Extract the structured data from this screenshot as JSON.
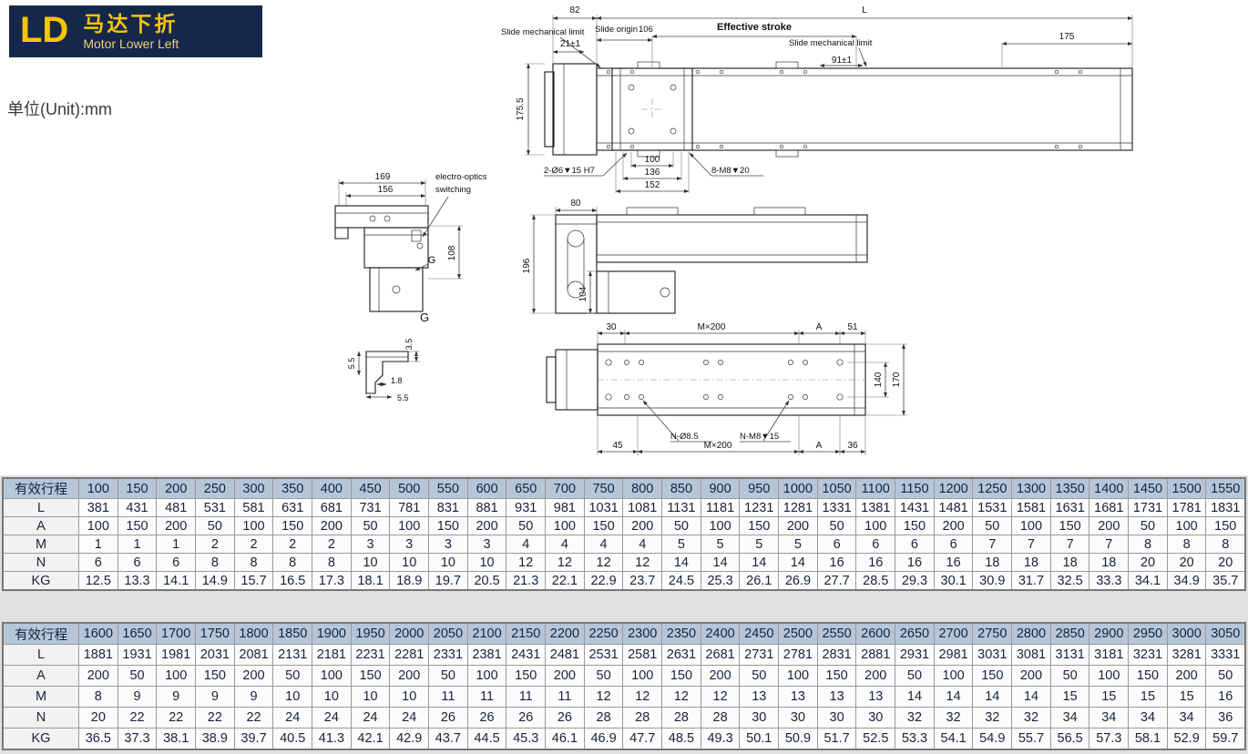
{
  "header": {
    "logo_code": "LD",
    "logo_cn": "马达下折",
    "logo_en": "Motor Lower Left",
    "unit_label": "单位(Unit):mm"
  },
  "drawing": {
    "top_view": {
      "dim_82": "82",
      "dim_l": "L",
      "slide_mech_limit_left": "Slide mechanical limit",
      "slide_origin": "Slide origin",
      "dim_106": "106",
      "effective_stroke": "Effective stroke",
      "slide_mech_limit_right": "Slide mechanical limit",
      "dim_175": "175",
      "dim_21": "21±1",
      "dim_91": "91±1",
      "dim_175_5": "175.5",
      "holes_left": "2-Ø6▼15 H7",
      "dim_100": "100",
      "dim_136": "136",
      "dim_152": "152",
      "holes_right": "8-M8▼20"
    },
    "motor_view": {
      "dim_169": "169",
      "dim_156": "156",
      "eo_line1": "electro-optics",
      "eo_line2": "switching",
      "dim_108": "108",
      "g_pointer": "G",
      "view_label": "G"
    },
    "detail_g": {
      "dim_3_5": "3.5",
      "dim_left": "5.5",
      "dim_1_8": "1.8",
      "dim_5_5": "5.5"
    },
    "side_view": {
      "dim_80": "80",
      "dim_196": "196",
      "dim_104": "104"
    },
    "bottom_view": {
      "dim_30": "30",
      "mx200_top": "M×200",
      "a_top": "A",
      "dim_51": "51",
      "dim_140": "140",
      "dim_170": "170",
      "n_holes": "N-Ø8.5",
      "n_m8": "N-M8▼15",
      "dim_45": "45",
      "mx200_bottom": "M×200",
      "a_bottom": "A",
      "dim_36": "36"
    }
  },
  "tables": [
    {
      "rows": [
        {
          "label": "有效行程",
          "values": [
            100,
            150,
            200,
            250,
            300,
            350,
            400,
            450,
            500,
            550,
            600,
            650,
            700,
            750,
            800,
            850,
            900,
            950,
            1000,
            1050,
            1100,
            1150,
            1200,
            1250,
            1300,
            1350,
            1400,
            1450,
            1500,
            1550
          ]
        },
        {
          "label": "L",
          "values": [
            381,
            431,
            481,
            531,
            581,
            631,
            681,
            731,
            781,
            831,
            881,
            931,
            981,
            1031,
            1081,
            1131,
            1181,
            1231,
            1281,
            1331,
            1381,
            1431,
            1481,
            1531,
            1581,
            1631,
            1681,
            1731,
            1781,
            1831
          ]
        },
        {
          "label": "A",
          "values": [
            100,
            150,
            200,
            50,
            100,
            150,
            200,
            50,
            100,
            150,
            200,
            50,
            100,
            150,
            200,
            50,
            100,
            150,
            200,
            50,
            100,
            150,
            200,
            50,
            100,
            150,
            200,
            50,
            100,
            150
          ]
        },
        {
          "label": "M",
          "values": [
            1,
            1,
            1,
            2,
            2,
            2,
            2,
            3,
            3,
            3,
            3,
            4,
            4,
            4,
            4,
            5,
            5,
            5,
            5,
            6,
            6,
            6,
            6,
            7,
            7,
            7,
            7,
            8,
            8,
            8
          ]
        },
        {
          "label": "N",
          "values": [
            6,
            6,
            6,
            8,
            8,
            8,
            8,
            10,
            10,
            10,
            10,
            12,
            12,
            12,
            12,
            14,
            14,
            14,
            14,
            16,
            16,
            16,
            16,
            18,
            18,
            18,
            18,
            20,
            20,
            20
          ]
        },
        {
          "label": "KG",
          "values": [
            12.5,
            13.3,
            14.1,
            14.9,
            15.7,
            16.5,
            17.3,
            18.1,
            18.9,
            19.7,
            20.5,
            21.3,
            22.1,
            22.9,
            23.7,
            24.5,
            25.3,
            26.1,
            26.9,
            27.7,
            28.5,
            29.3,
            30.1,
            30.9,
            31.7,
            32.5,
            33.3,
            34.1,
            34.9,
            35.7
          ]
        }
      ]
    },
    {
      "rows": [
        {
          "label": "有效行程",
          "values": [
            1600,
            1650,
            1700,
            1750,
            1800,
            1850,
            1900,
            1950,
            2000,
            2050,
            2100,
            2150,
            2200,
            2250,
            2300,
            2350,
            2400,
            2450,
            2500,
            2550,
            2600,
            2650,
            2700,
            2750,
            2800,
            2850,
            2900,
            2950,
            3000,
            3050
          ]
        },
        {
          "label": "L",
          "values": [
            1881,
            1931,
            1981,
            2031,
            2081,
            2131,
            2181,
            2231,
            2281,
            2331,
            2381,
            2431,
            2481,
            2531,
            2581,
            2631,
            2681,
            2731,
            2781,
            2831,
            2881,
            2931,
            2981,
            3031,
            3081,
            3131,
            3181,
            3231,
            3281,
            3331
          ]
        },
        {
          "label": "A",
          "values": [
            200,
            50,
            100,
            150,
            200,
            50,
            100,
            150,
            200,
            50,
            100,
            150,
            200,
            50,
            100,
            150,
            200,
            50,
            100,
            150,
            200,
            50,
            100,
            150,
            200,
            50,
            100,
            150,
            200,
            50
          ]
        },
        {
          "label": "M",
          "values": [
            8,
            9,
            9,
            9,
            9,
            10,
            10,
            10,
            10,
            11,
            11,
            11,
            11,
            12,
            12,
            12,
            12,
            13,
            13,
            13,
            13,
            14,
            14,
            14,
            14,
            15,
            15,
            15,
            15,
            16
          ]
        },
        {
          "label": "N",
          "values": [
            20,
            22,
            22,
            22,
            22,
            24,
            24,
            24,
            24,
            26,
            26,
            26,
            26,
            28,
            28,
            28,
            28,
            30,
            30,
            30,
            30,
            32,
            32,
            32,
            32,
            34,
            34,
            34,
            34,
            36
          ]
        },
        {
          "label": "KG",
          "values": [
            36.5,
            37.3,
            38.1,
            38.9,
            39.7,
            40.5,
            41.3,
            42.1,
            42.9,
            43.7,
            44.5,
            45.3,
            46.1,
            46.9,
            47.7,
            48.5,
            49.3,
            50.1,
            50.9,
            51.7,
            52.5,
            53.3,
            54.1,
            54.9,
            55.7,
            56.5,
            57.3,
            58.1,
            52.9,
            59.7
          ]
        }
      ]
    }
  ]
}
